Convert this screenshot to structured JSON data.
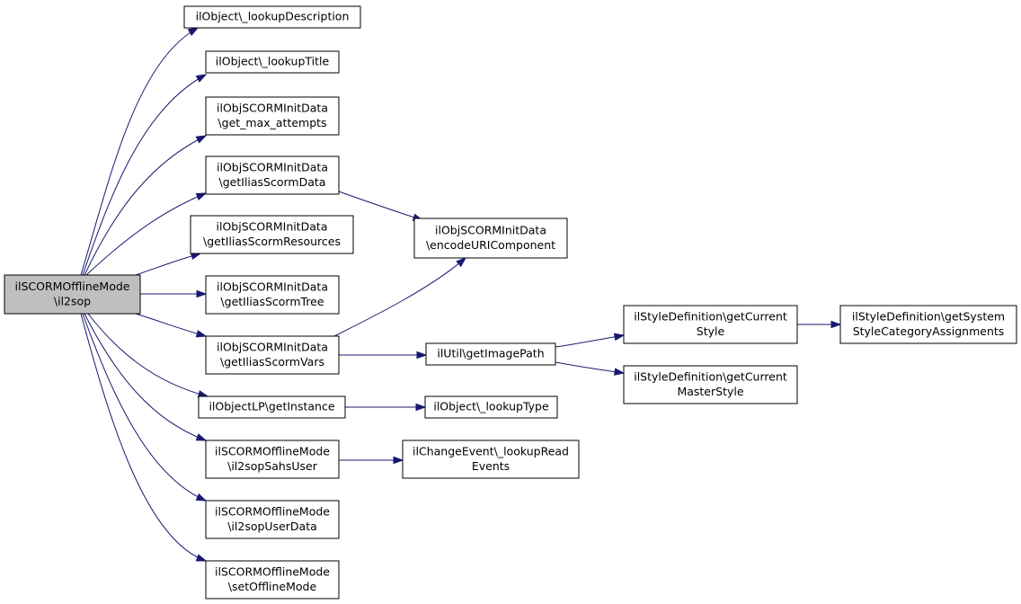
{
  "colors": {
    "edge": "#191970",
    "root_fill": "#bfbfbf",
    "node_fill": "#ffffff",
    "node_border": "#000000"
  },
  "nodes": {
    "root": [
      "ilSCORMOfflineMode",
      "\\il2sop"
    ],
    "lookupDescription": [
      "ilObject\\_lookupDescription"
    ],
    "lookupTitle": [
      "ilObject\\_lookupTitle"
    ],
    "getMaxAttempts": [
      "ilObjSCORMInitData",
      "\\get_max_attempts"
    ],
    "getIliasScormData": [
      "ilObjSCORMInitData",
      "\\getIliasScormData"
    ],
    "getIliasScormResources": [
      "ilObjSCORMInitData",
      "\\getIliasScormResources"
    ],
    "getIliasScormTree": [
      "ilObjSCORMInitData",
      "\\getIliasScormTree"
    ],
    "getIliasScormVars": [
      "ilObjSCORMInitData",
      "\\getIliasScormVars"
    ],
    "getInstance": [
      "ilObjectLP\\getInstance"
    ],
    "il2sopSahsUser": [
      "ilSCORMOfflineMode",
      "\\il2sopSahsUser"
    ],
    "il2sopUserData": [
      "ilSCORMOfflineMode",
      "\\il2sopUserData"
    ],
    "setOfflineMode": [
      "ilSCORMOfflineMode",
      "\\setOfflineMode"
    ],
    "encodeURIComponent": [
      "ilObjSCORMInitData",
      "\\encodeURIComponent"
    ],
    "getImagePath": [
      "ilUtil\\getImagePath"
    ],
    "lookupType": [
      "ilObject\\_lookupType"
    ],
    "lookupReadEvents": [
      "ilChangeEvent\\_lookupRead",
      "Events"
    ],
    "getCurrentStyle": [
      "ilStyleDefinition\\getCurrent",
      "Style"
    ],
    "getCurrentMasterStyle": [
      "ilStyleDefinition\\getCurrent",
      "MasterStyle"
    ],
    "getSystemStyleCategoryAssignments": [
      "ilStyleDefinition\\getSystem",
      "StyleCategoryAssignments"
    ]
  }
}
